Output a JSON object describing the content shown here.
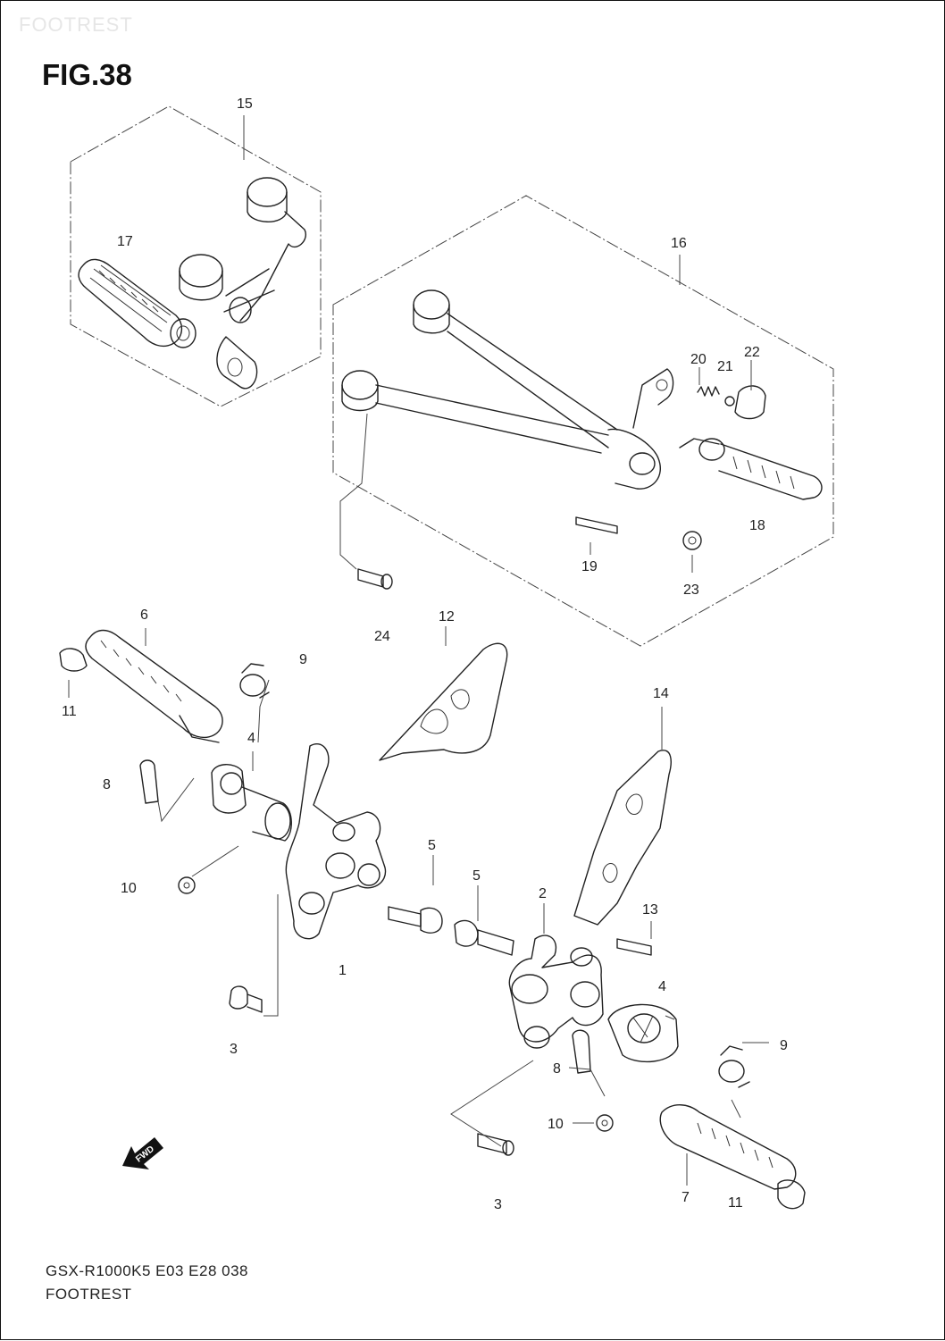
{
  "header": {
    "faint_title": "FOOTREST",
    "figure_label": "FIG.38"
  },
  "footer": {
    "model_code": "GSX-R1000K5 E03 E28  038",
    "section_name": "FOOTREST"
  },
  "direction_badge": {
    "text": "FWD",
    "icon": "fwd-arrow-icon"
  },
  "callouts": {
    "c15": "15",
    "c17": "17",
    "c16": "16",
    "c20": "20",
    "c21": "21",
    "c22": "22",
    "c18": "18",
    "c19": "19",
    "c23": "23",
    "c24": "24",
    "c6": "6",
    "c12": "12",
    "c9a": "9",
    "c11a": "11",
    "c4a": "4",
    "c8a": "8",
    "c14": "14",
    "c10a": "10",
    "c5a": "5",
    "c5b": "5",
    "c2": "2",
    "c13": "13",
    "c1": "1",
    "c4b": "4",
    "c3a": "3",
    "c9b": "9",
    "c8b": "8",
    "c10b": "10",
    "c3b": "3",
    "c7": "7",
    "c11b": "11"
  }
}
